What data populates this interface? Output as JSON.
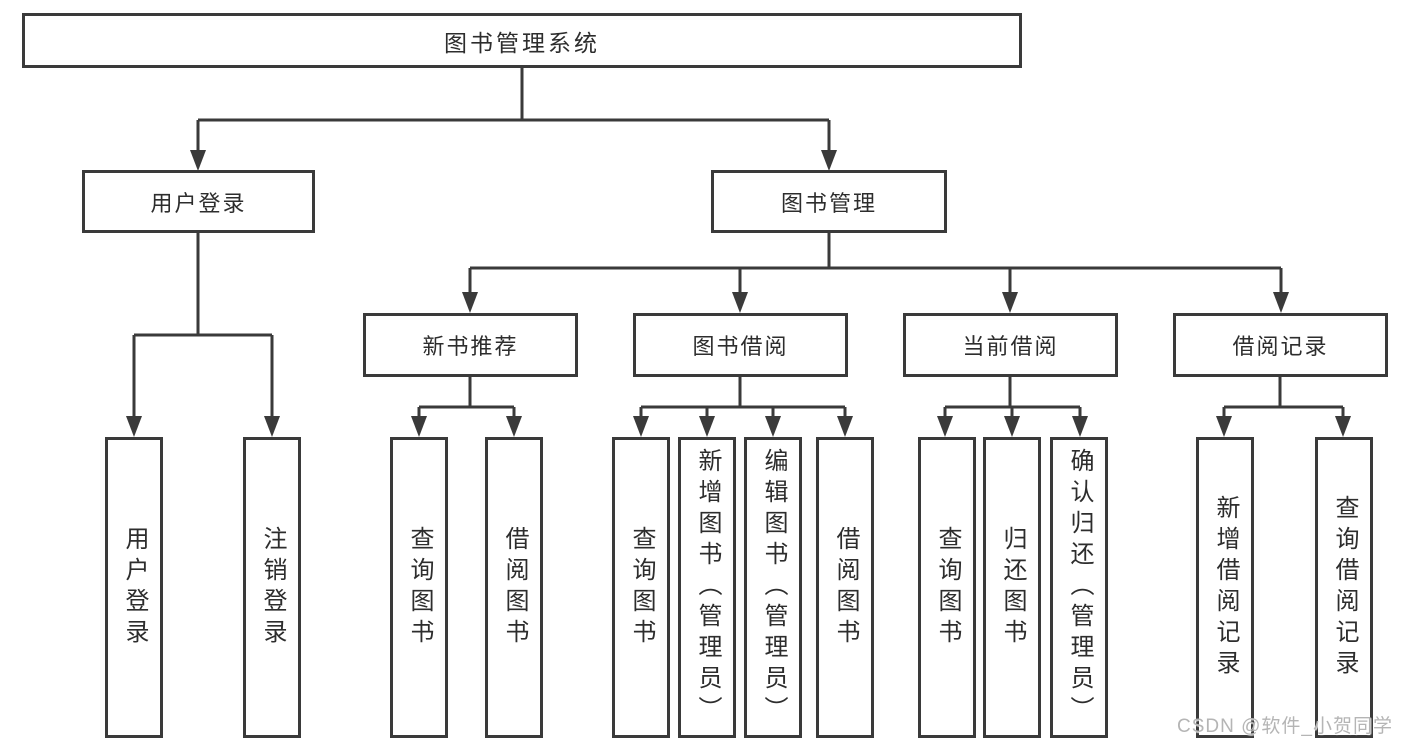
{
  "diagram": {
    "root": {
      "label": "图书管理系统"
    },
    "branches": {
      "user": {
        "label": "用户登录",
        "children": [
          "用户登录",
          "注销登录"
        ]
      },
      "book": {
        "label": "图书管理",
        "sections": [
          {
            "label": "新书推荐",
            "children": [
              "查询图书",
              "借阅图书"
            ]
          },
          {
            "label": "图书借阅",
            "children": [
              "查询图书",
              "新增图书（管理员）",
              "编辑图书（管理员）",
              "借阅图书"
            ]
          },
          {
            "label": "当前借阅",
            "children": [
              "查询图书",
              "归还图书",
              "确认归还（管理员）"
            ]
          },
          {
            "label": "借阅记录",
            "children": [
              "新增借阅记录",
              "查询借阅记录"
            ]
          }
        ]
      }
    },
    "colors": {
      "line": "#3a3a3a",
      "text": "#2d2d2d",
      "background": "#ffffff",
      "watermark": "#b5b5b5"
    }
  },
  "watermark": "CSDN @软件_小贺同学"
}
